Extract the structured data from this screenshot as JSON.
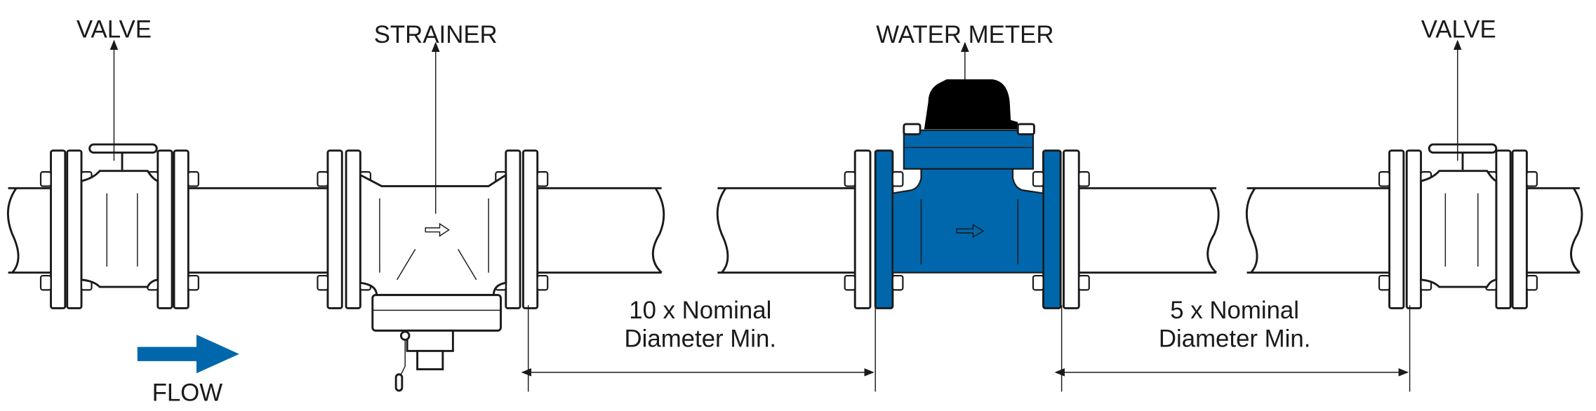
{
  "labels": {
    "valve_left": "VALVE",
    "strainer": "STRAINER",
    "water_meter": "WATER METER",
    "valve_right": "VALVE",
    "flow": "FLOW"
  },
  "dimensions": {
    "upstream": {
      "line1": "10 x Nominal",
      "line2": "Diameter Min."
    },
    "downstream": {
      "line1": "5 x Nominal",
      "line2": "Diameter Min."
    }
  },
  "colors": {
    "meter_blue": "#0067AC",
    "register_black": "#000000",
    "flow_arrow": "#0067AC"
  }
}
